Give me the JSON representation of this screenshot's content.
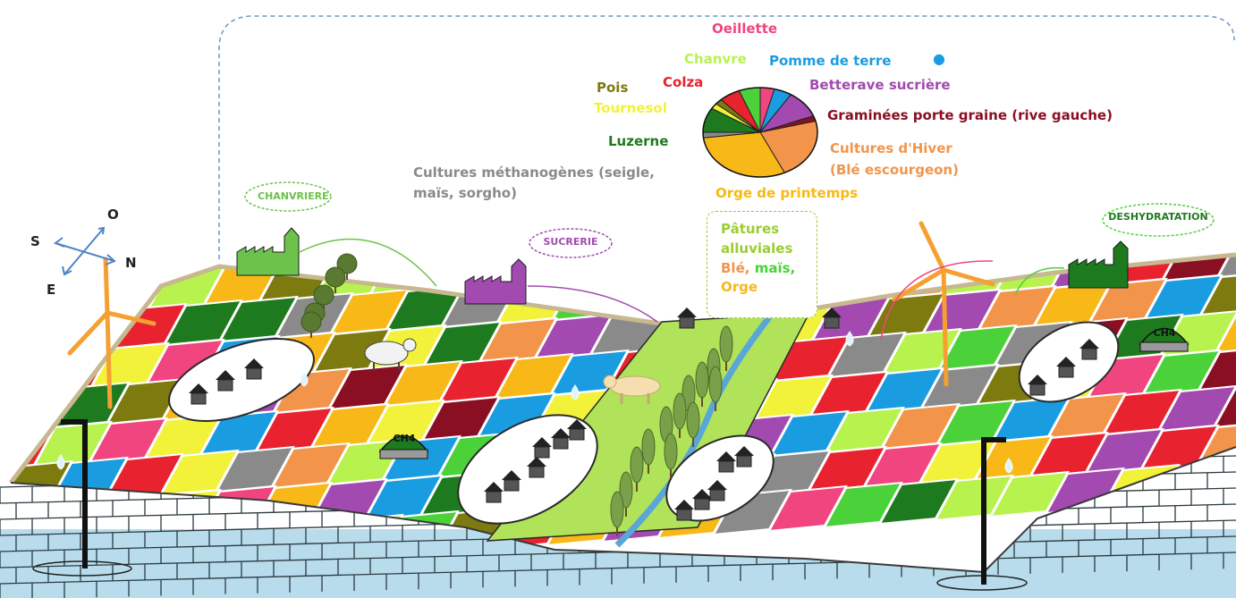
{
  "legend": {
    "oeillette": {
      "text": "Oeillette",
      "color": "#f0457f"
    },
    "chanvre": {
      "text": "Chanvre",
      "color": "#b8f24e"
    },
    "pomme_de_terre": {
      "text": "Pomme de terre",
      "color": "#1a9de0"
    },
    "colza": {
      "text": "Colza",
      "color": "#e8222e"
    },
    "pois": {
      "text": "Pois",
      "color": "#7d7a10"
    },
    "betterave": {
      "text": "Betterave sucrière",
      "color": "#a24ab0"
    },
    "tournesol": {
      "text": "Tournesol",
      "color": "#f2f23a"
    },
    "graminees": {
      "text": "Graminées porte graine (rive gauche)",
      "color": "#8a0f22"
    },
    "luzerne": {
      "text": "Luzerne",
      "color": "#1e7a1e"
    },
    "cultures_hiver_1": {
      "text": "Cultures d'Hiver",
      "color": "#f2954a"
    },
    "cultures_hiver_2": {
      "text": "(Blé escourgeon)",
      "color": "#f2954a"
    },
    "methano_1": {
      "text": "Cultures méthanogènes (seigle,",
      "color": "#8a8a8a"
    },
    "methano_2": {
      "text": "maïs, sorgho)",
      "color": "#8a8a8a"
    },
    "orge_printemps": {
      "text": "Orge de printemps",
      "color": "#f7b818"
    }
  },
  "patures": {
    "line1": "Pâtures",
    "line2": "alluviales",
    "ble": "Blé,",
    "mais": "maïs",
    "comma": ",",
    "orge": "Orge",
    "colors": {
      "main": "#9acd32",
      "ble": "#f2954a",
      "mais": "#4bd23b",
      "orge": "#f7b818"
    }
  },
  "factories": {
    "chanvriere": "CHANVRIERE",
    "sucrerie": "SUCRERIE",
    "deshydratation": "DESHYDRATATION"
  },
  "ch4": "CH4",
  "compass": {
    "o": "O",
    "s": "S",
    "n": "N",
    "e": "E"
  },
  "pie": {
    "type": "pie",
    "slices": [
      {
        "name": "Oeillette",
        "value": 4,
        "color": "#f0457f"
      },
      {
        "name": "Pomme de terre",
        "value": 5,
        "color": "#1a9de0"
      },
      {
        "name": "Betterave sucrière",
        "value": 10,
        "color": "#a24ab0"
      },
      {
        "name": "Graminées porte graine",
        "value": 2,
        "color": "#8a0f22"
      },
      {
        "name": "Cultures d'Hiver",
        "value": 22,
        "color": "#f2954a"
      },
      {
        "name": "Orge de printemps",
        "value": 30,
        "color": "#f7b818"
      },
      {
        "name": "Cultures méthanogènes",
        "value": 2,
        "color": "#8a8a8a"
      },
      {
        "name": "Luzerne",
        "value": 9,
        "color": "#1e7a1e"
      },
      {
        "name": "Tournesol",
        "value": 2,
        "color": "#f2f23a"
      },
      {
        "name": "Pois",
        "value": 2,
        "color": "#7d7a10"
      },
      {
        "name": "Colza",
        "value": 6,
        "color": "#e8222e"
      },
      {
        "name": "Chanvre",
        "value": 6,
        "color": "#4bd23b"
      }
    ]
  },
  "colors": {
    "water": "#b8dcec",
    "brick_line": "#2a3a40",
    "chalk": "#f2f2f2",
    "turbine": "#f5a030",
    "factory_green": "#6cc24a",
    "factory_purple": "#a24ab0",
    "factory_dark": "#1e7a1e"
  }
}
